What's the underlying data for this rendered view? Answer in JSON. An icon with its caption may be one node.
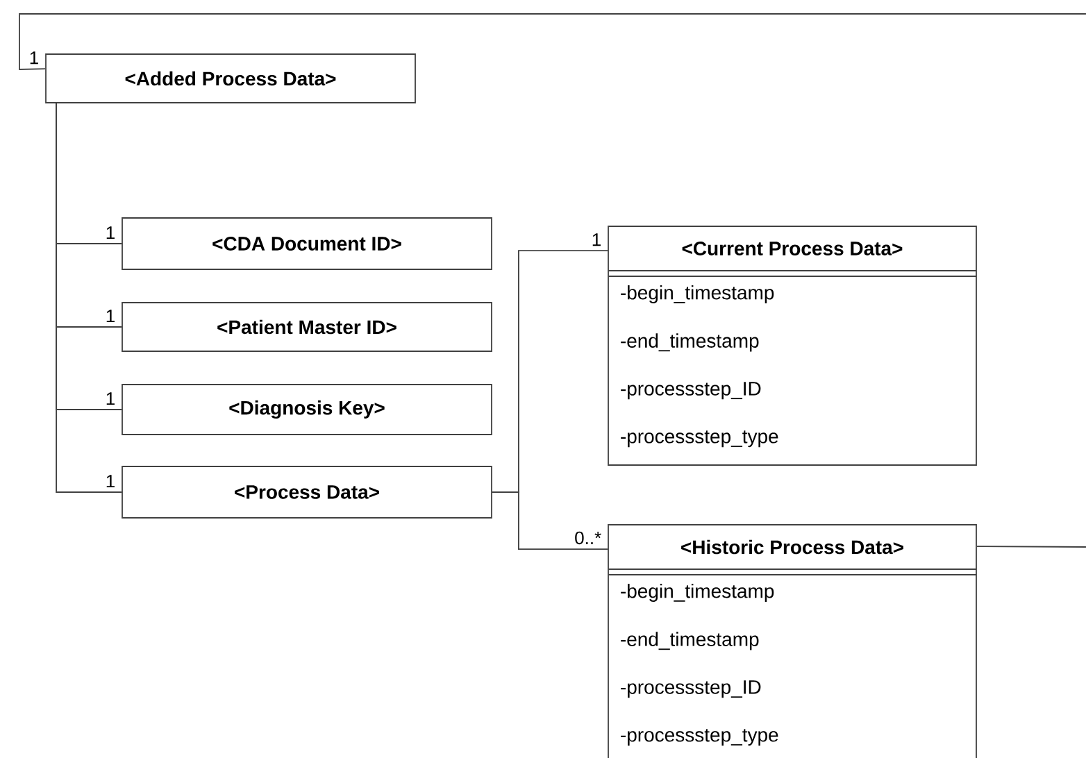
{
  "diagram": {
    "nodes": [
      {
        "text": [
          "<Added Process Data>"
        ]
      },
      {
        "text": [
          "<CDA Document ID>"
        ]
      },
      {
        "text": [
          "<Patient Master ID>"
        ]
      },
      {
        "text": [
          "<Diagnosis Key>"
        ]
      },
      {
        "text": [
          "<Process Data>"
        ]
      },
      {
        "text": [
          "<Current Process Data>",
          "-begin_timestamp",
          "-end_timestamp",
          "-processstep_ID",
          "-processstep_type"
        ]
      },
      {
        "text": [
          "<Historic Process Data>",
          "-begin_timestamp",
          "-end_timestamp",
          "-processstep_ID",
          "-processstep_type"
        ]
      }
    ],
    "edges": [
      {
        "from": null,
        "to": 0,
        "arrow": "none",
        "label": "1"
      },
      {
        "from": 0,
        "to": 1,
        "arrow": "none",
        "label": "1"
      },
      {
        "from": 0,
        "to": 2,
        "arrow": "none",
        "label": "1"
      },
      {
        "from": 0,
        "to": 3,
        "arrow": "none",
        "label": "1"
      },
      {
        "from": 0,
        "to": 4,
        "arrow": "none",
        "label": "1"
      },
      {
        "from": 4,
        "to": 5,
        "arrow": "none",
        "label": "1"
      },
      {
        "from": 4,
        "to": 6,
        "arrow": "none",
        "label": "0..*"
      },
      {
        "from": 6,
        "to": null,
        "arrow": "none"
      }
    ]
  }
}
